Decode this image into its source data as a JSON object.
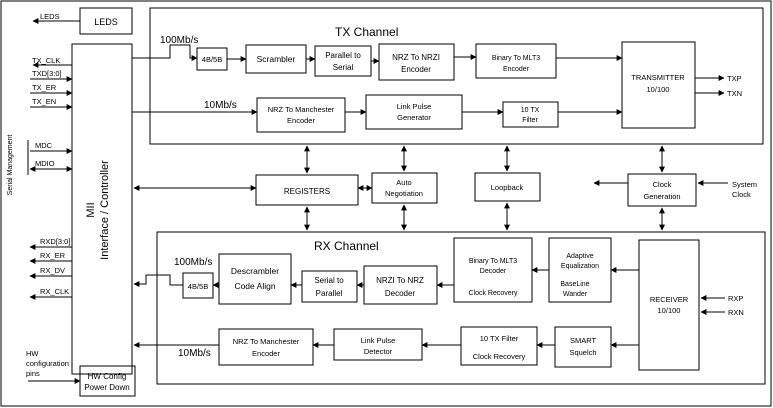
{
  "blocks": {
    "leds": "LEDS",
    "mii": [
      "MII",
      "Interface / Controller"
    ],
    "hw_config": [
      "HW Config",
      "Power Down"
    ],
    "tx_4b5b": "4B/5B",
    "scrambler": "Scrambler",
    "parallel_to_serial": [
      "Parallel to",
      "Serial"
    ],
    "nrz_to_nrzi": [
      "NRZ To NRZI",
      "Encoder"
    ],
    "binary_to_mlt3": [
      "Binary To MLT3",
      "Encoder"
    ],
    "transmitter": [
      "TRANSMITTER",
      "10/100"
    ],
    "tx_manchester": [
      "NRZ To Manchester",
      "Encoder"
    ],
    "tx_link_pulse": [
      "Link Pulse",
      "Generator"
    ],
    "tx_filter": [
      "10 TX",
      "Filter"
    ],
    "registers": "REGISTERS",
    "auto_neg": [
      "Auto",
      "Negotiation"
    ],
    "loopback": "Loopback",
    "clock_gen": [
      "Clock",
      "Generation"
    ],
    "rx_4b5b": "4B/5B",
    "descrambler": [
      "Descrambler",
      "Code Align"
    ],
    "serial_to_parallel": [
      "Serial to",
      "Parallel"
    ],
    "nrzi_to_nrz": [
      "NRZI To NRZ",
      "Decoder"
    ],
    "mlt3_decoder": [
      "Binary To MLT3",
      "Decoder",
      "Clock Recovery"
    ],
    "adaptive_eq": [
      "Adaptive",
      "Equalization",
      "BaseLine",
      "Wander"
    ],
    "receiver": [
      "RECEIVER",
      "10/100"
    ],
    "rx_manchester": [
      "NRZ To Manchester",
      "Encoder"
    ],
    "rx_link_pulse": [
      "Link Pulse",
      "Detector"
    ],
    "rx_filter": [
      "10 TX Filter",
      "Clock Recovery"
    ],
    "smart_squelch": [
      "SMART",
      "Squelch"
    ]
  },
  "channels": {
    "tx": "TX Channel",
    "rx": "RX Channel"
  },
  "rates": {
    "tx_100": "100Mb/s",
    "tx_10": "10Mb/s",
    "rx_100": "100Mb/s",
    "rx_10": "10Mb/s"
  },
  "signals": {
    "leds": "LEDS",
    "tx_clk": "TX_CLK",
    "txd": "TXD[3:0]",
    "tx_er": "TX_ER",
    "tx_en": "TX_EN",
    "mdc": "MDC",
    "mdio": "MDIO",
    "serial_mgmt": "Serial Management",
    "rxd": "RXD[3:0]",
    "rx_er": "RX_ER",
    "rx_dv": "RX_DV",
    "rx_clk": "RX_CLK",
    "hw_pins": [
      "HW",
      "configuration",
      "pins"
    ],
    "txp": "TXP",
    "txn": "TXN",
    "rxp": "RXP",
    "rxn": "RXN",
    "sys_clock": [
      "System",
      "Clock"
    ]
  }
}
